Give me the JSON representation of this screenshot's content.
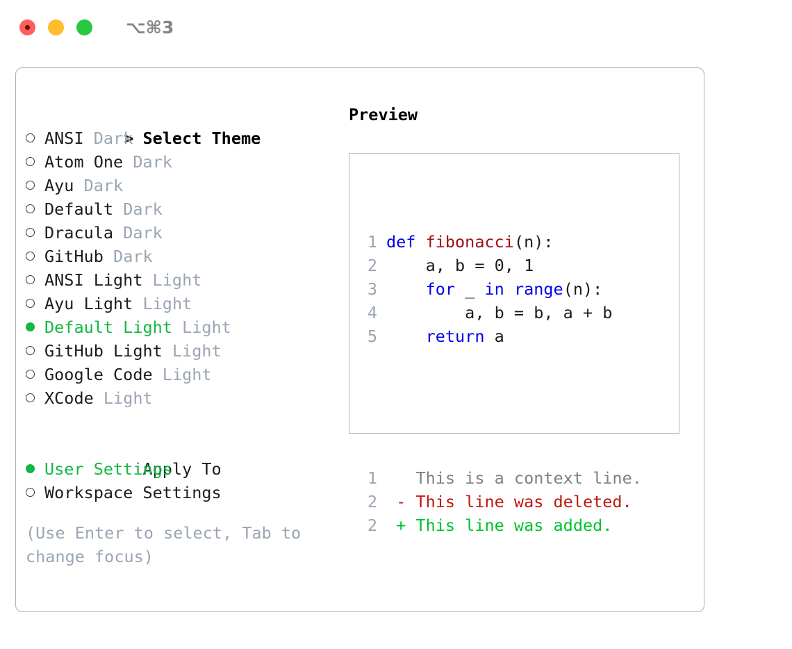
{
  "titlebar": {
    "shortcut": "⌥⌘3",
    "buttons": [
      {
        "name": "close",
        "color": "#ff5f57"
      },
      {
        "name": "minimize",
        "color": "#febc2e"
      },
      {
        "name": "maximize",
        "color": "#28c840"
      }
    ]
  },
  "theme_list": {
    "header_prefix": ">",
    "header": "Select Theme",
    "items": [
      {
        "marker": "o",
        "label": "ANSI",
        "tag": "Dark",
        "selected": false
      },
      {
        "marker": "o",
        "label": "Atom One",
        "tag": "Dark",
        "selected": false
      },
      {
        "marker": "o",
        "label": "Ayu",
        "tag": "Dark",
        "selected": false
      },
      {
        "marker": "o",
        "label": "Default",
        "tag": "Dark",
        "selected": false
      },
      {
        "marker": "o",
        "label": "Dracula",
        "tag": "Dark",
        "selected": false
      },
      {
        "marker": "o",
        "label": "GitHub",
        "tag": "Dark",
        "selected": false
      },
      {
        "marker": "o",
        "label": "ANSI Light",
        "tag": "Light",
        "selected": false
      },
      {
        "marker": "o",
        "label": "Ayu Light",
        "tag": "Light",
        "selected": false
      },
      {
        "marker": "●",
        "label": "Default Light",
        "tag": "Light",
        "selected": true
      },
      {
        "marker": "o",
        "label": "GitHub Light",
        "tag": "Light",
        "selected": false
      },
      {
        "marker": "o",
        "label": "Google Code",
        "tag": "Light",
        "selected": false
      },
      {
        "marker": "o",
        "label": "XCode",
        "tag": "Light",
        "selected": false
      }
    ]
  },
  "apply_to": {
    "header": "Apply To",
    "items": [
      {
        "label": "User Settings",
        "selected": true
      },
      {
        "label": "Workspace Settings",
        "selected": false
      }
    ]
  },
  "hint": "(Use Enter to select, Tab to change focus)",
  "preview": {
    "title": "Preview",
    "code_lines": [
      {
        "num": "1",
        "tokens": [
          {
            "t": "def ",
            "c": "kw"
          },
          {
            "t": "fibonacci",
            "c": "fn"
          },
          {
            "t": "(n):",
            "c": "plain"
          }
        ]
      },
      {
        "num": "2",
        "tokens": [
          {
            "t": "    a, b = 0, 1",
            "c": "plain"
          }
        ]
      },
      {
        "num": "3",
        "tokens": [
          {
            "t": "    ",
            "c": "plain"
          },
          {
            "t": "for",
            "c": "kw"
          },
          {
            "t": " _ ",
            "c": "plain"
          },
          {
            "t": "in range",
            "c": "kw"
          },
          {
            "t": "(n):",
            "c": "plain"
          }
        ]
      },
      {
        "num": "4",
        "tokens": [
          {
            "t": "        a, b = b, a + b",
            "c": "plain"
          }
        ]
      },
      {
        "num": "5",
        "tokens": [
          {
            "t": "    ",
            "c": "plain"
          },
          {
            "t": "return",
            "c": "kw"
          },
          {
            "t": " a",
            "c": "plain"
          }
        ]
      }
    ],
    "diff_lines": [
      {
        "num": "1",
        "sign": " ",
        "text": "This is a context line.",
        "c": "ctx"
      },
      {
        "num": "2",
        "sign": "-",
        "text": "This line was deleted.",
        "c": "del"
      },
      {
        "num": "2",
        "sign": "+",
        "text": "This line was added.",
        "c": "add"
      }
    ]
  },
  "colors": {
    "accent_green": "#12b841",
    "muted": "#9aa5b4",
    "border": "#a7b2c0",
    "keyword_blue": "#0000e6",
    "function_red": "#9e1016",
    "diff_delete": "#c0170c",
    "diff_add": "#00c12b"
  }
}
